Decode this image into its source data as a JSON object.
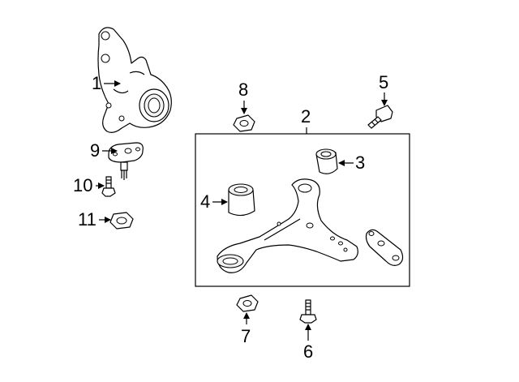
{
  "diagram": {
    "parts": [
      {
        "ref": "1",
        "name": "steering-knuckle"
      },
      {
        "ref": "2",
        "name": "lower-control-arm-assembly"
      },
      {
        "ref": "3",
        "name": "rear-bushing"
      },
      {
        "ref": "4",
        "name": "front-bushing"
      },
      {
        "ref": "5",
        "name": "mounting-bolt"
      },
      {
        "ref": "6",
        "name": "mounting-bolt"
      },
      {
        "ref": "7",
        "name": "nut"
      },
      {
        "ref": "8",
        "name": "nut"
      },
      {
        "ref": "9",
        "name": "ball-joint"
      },
      {
        "ref": "10",
        "name": "bolt"
      },
      {
        "ref": "11",
        "name": "nut"
      }
    ],
    "labels": {
      "n1": "1",
      "n2": "2",
      "n3": "3",
      "n4": "4",
      "n5": "5",
      "n6": "6",
      "n7": "7",
      "n8": "8",
      "n9": "9",
      "n10": "10",
      "n11": "11"
    }
  }
}
